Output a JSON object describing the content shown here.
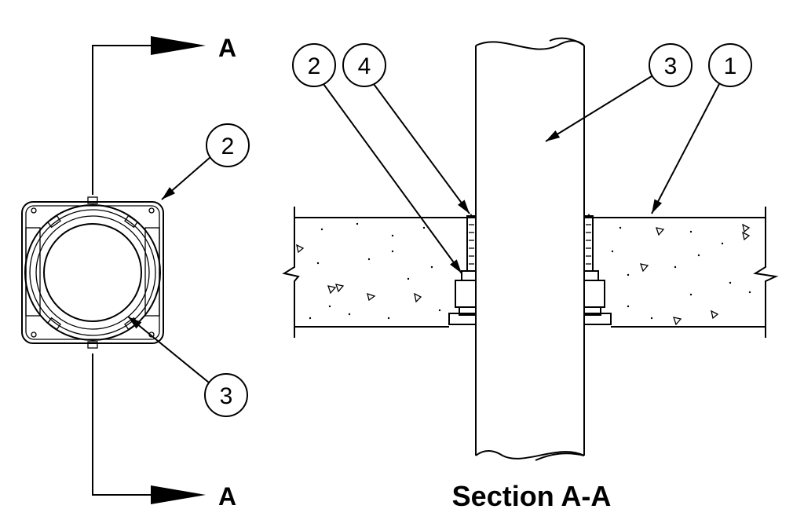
{
  "section_marker": {
    "top_letter": "A",
    "bottom_letter": "A"
  },
  "plan_callouts": [
    {
      "number": "2"
    },
    {
      "number": "3"
    }
  ],
  "section_callouts": [
    {
      "number": "2"
    },
    {
      "number": "4"
    },
    {
      "number": "3"
    },
    {
      "number": "1"
    }
  ],
  "title": "Section A-A"
}
